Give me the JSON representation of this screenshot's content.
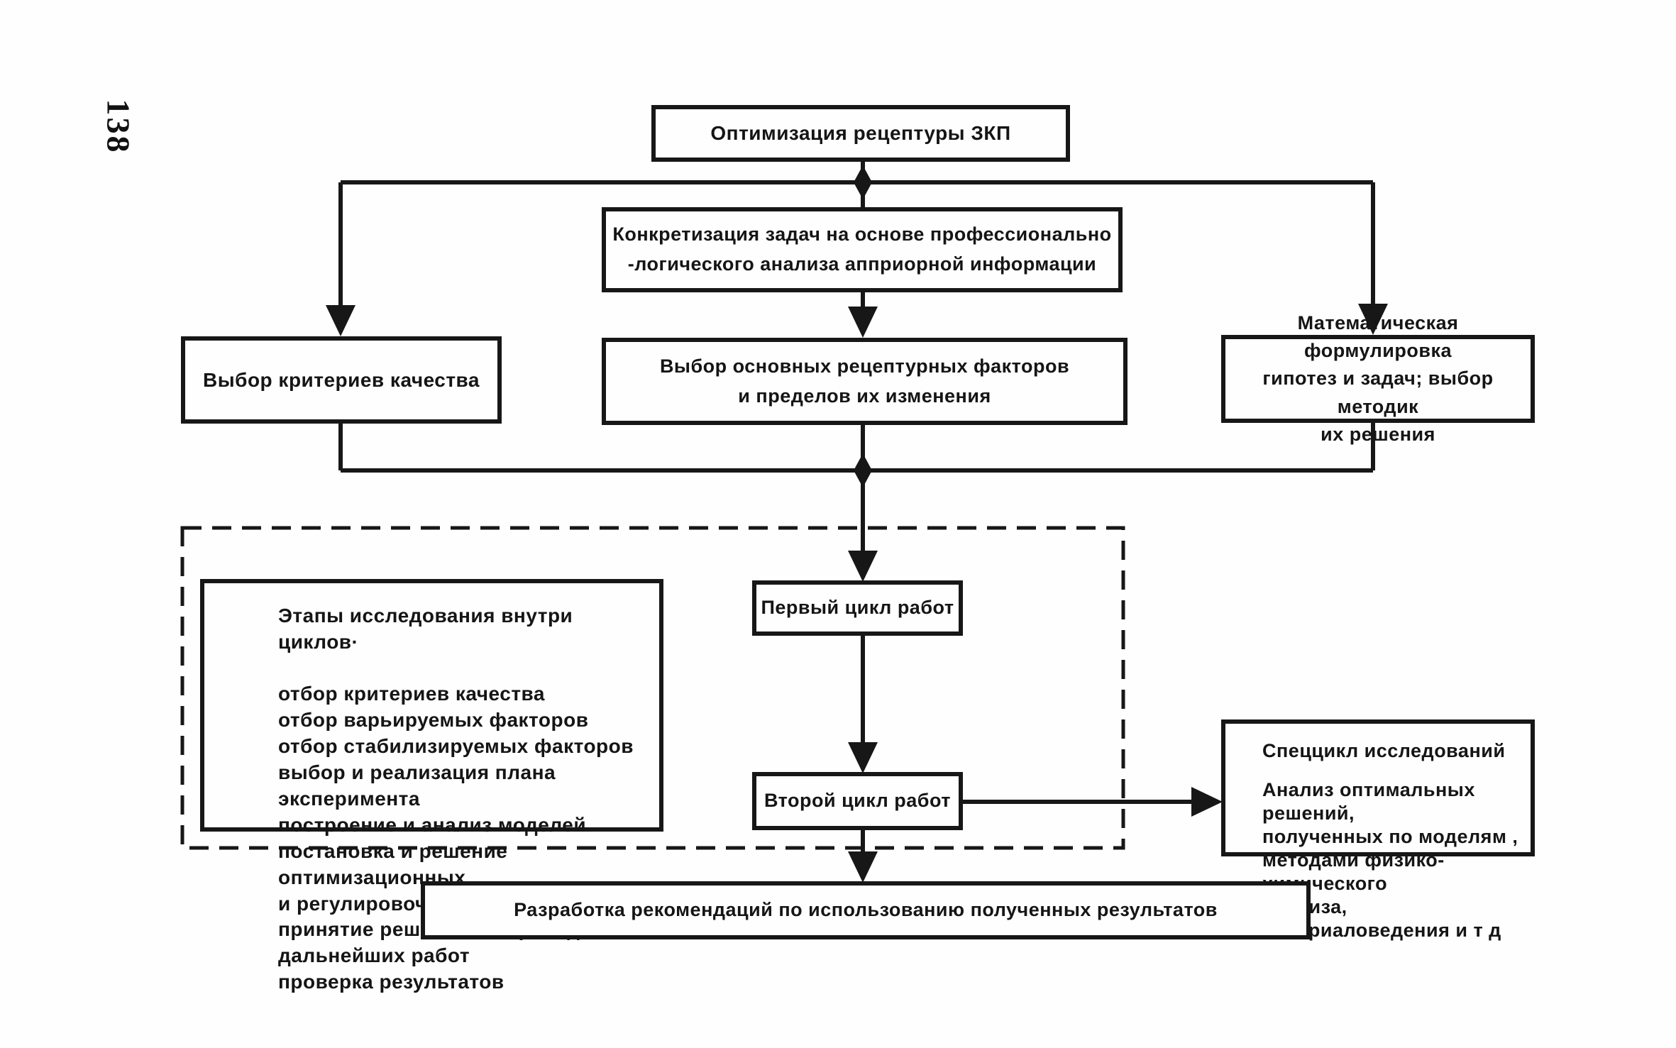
{
  "page_number": "138",
  "colors": {
    "ink": "#171717",
    "paper": "#fefefe"
  },
  "flowchart": {
    "top": {
      "label": "Оптимизация рецептуры ЗКП"
    },
    "concretization": {
      "lines": [
        "Конкретизация задач на основе профессионально",
        "-логического анализа апприорной информации"
      ]
    },
    "criteria": {
      "label": "Выбор критериев качества"
    },
    "factors": {
      "lines": [
        "Выбор основных рецептурных факторов",
        "и пределов их изменения"
      ]
    },
    "math": {
      "lines": [
        "Математическая формулировка",
        "гипотез и задач;  выбор методик",
        "их решения"
      ]
    },
    "stages": {
      "heading": "Этапы исследования внутри циклов·",
      "items": [
        "отбор критериев качества",
        "отбор варьируемых факторов",
        "отбор стабилизируемых факторов",
        "выбор и реализация плана эксперимента",
        "построение и анализ моделей",
        "постановка и решение оптимизационных",
        "и регулировочных задач",
        "принятие решений по проведению",
        "дальнейших работ",
        "проверка результатов"
      ]
    },
    "cycle1": {
      "label": "Первый цикл работ"
    },
    "cycle2": {
      "label": "Второй цикл работ"
    },
    "special": {
      "heading": "Спеццикл исследований",
      "lines": [
        "Анализ оптимальных решений,",
        "полученных по моделям ,",
        "методами физико-химического",
        "анализа, материаловедения и т д"
      ]
    },
    "recommendations": {
      "label": "Разработка рекомендаций по использованию полученных результатов"
    }
  }
}
